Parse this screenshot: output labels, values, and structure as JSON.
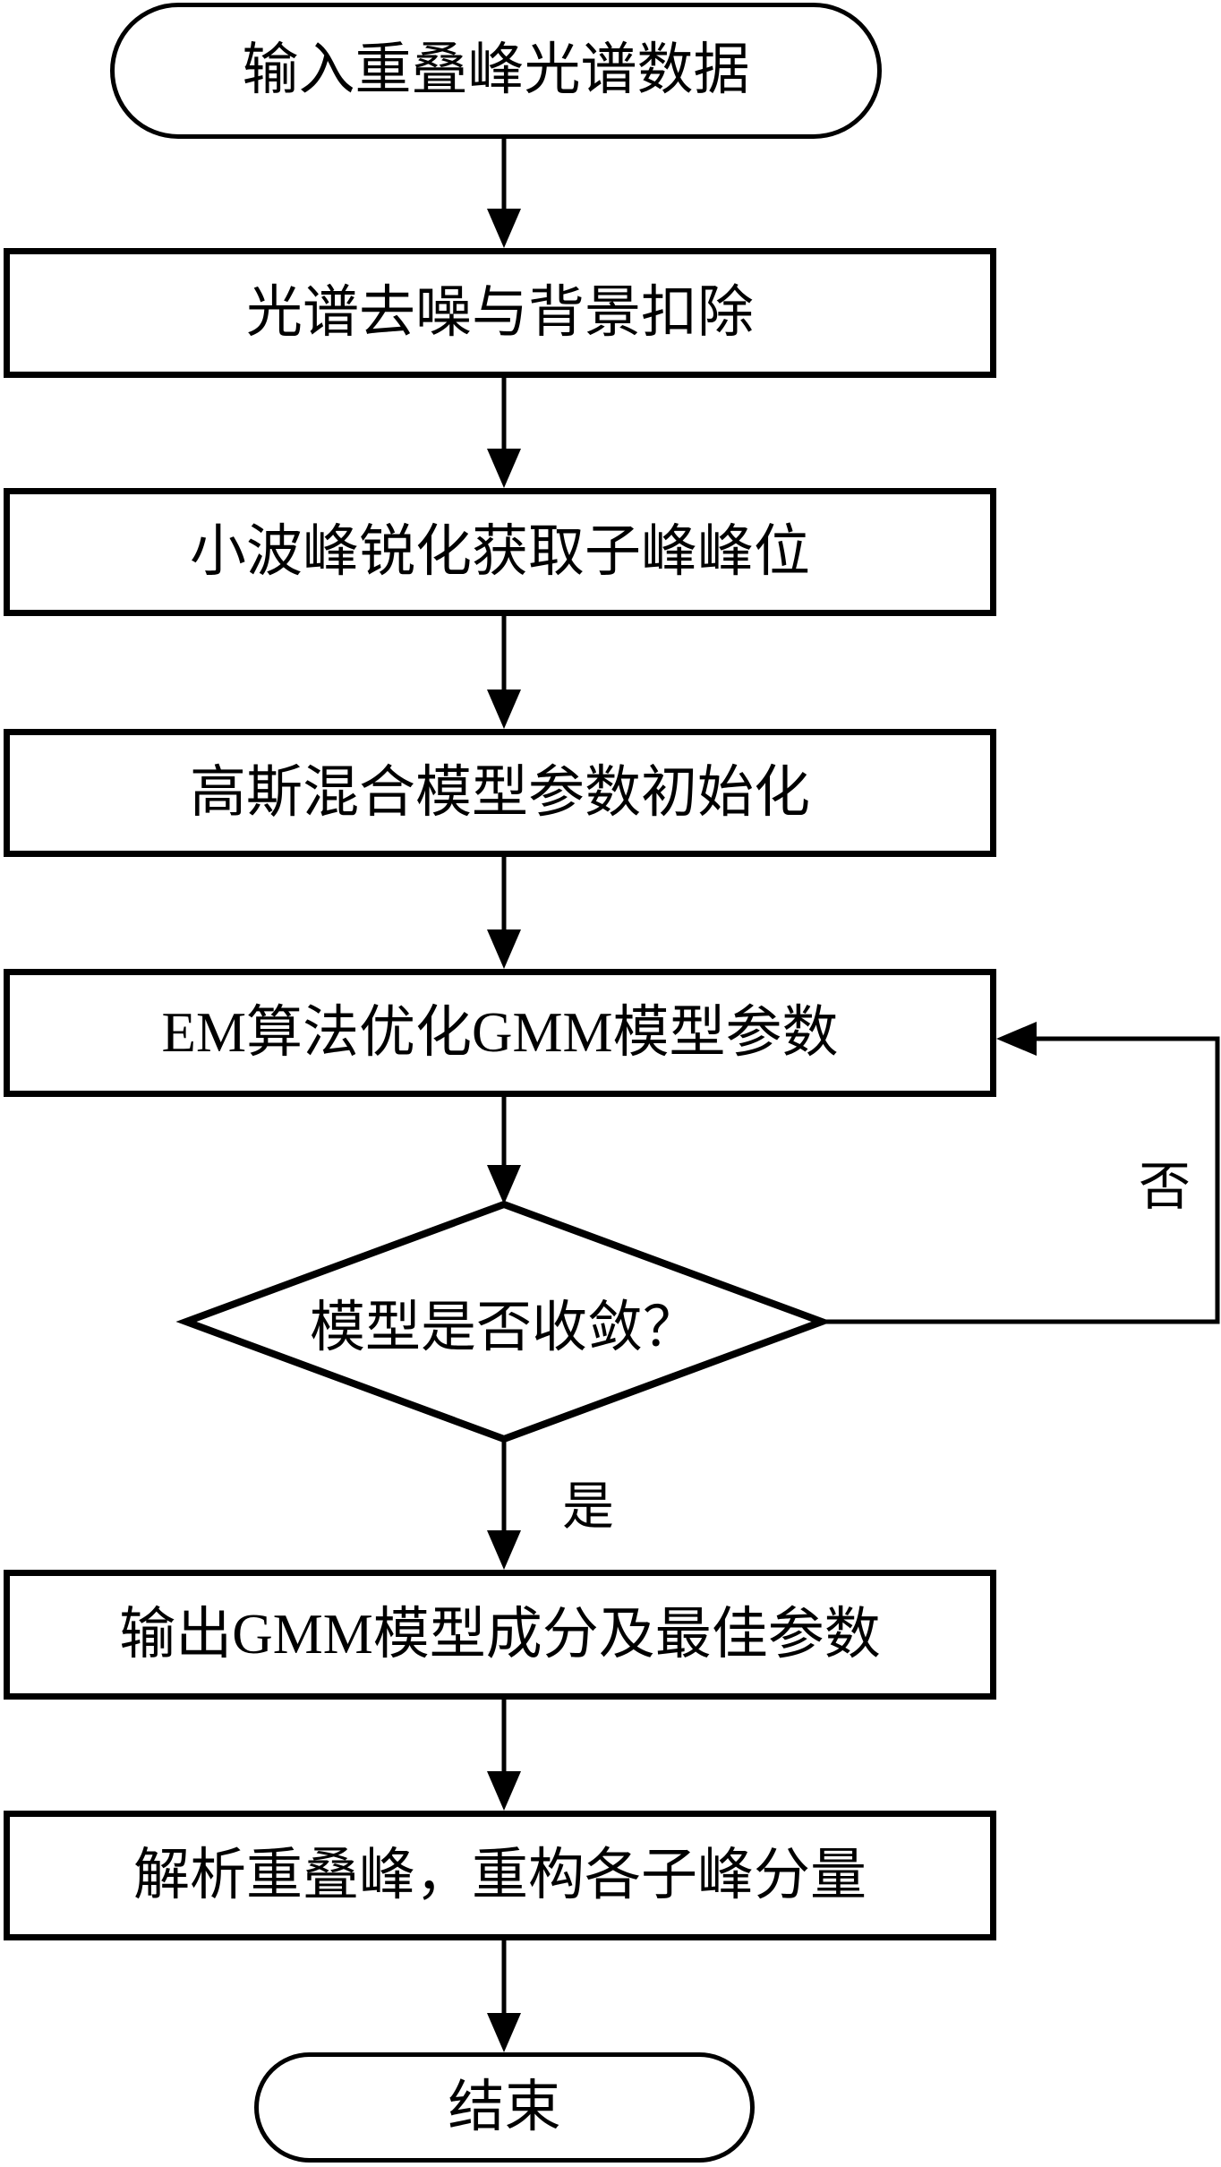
{
  "flowchart": {
    "nodes": {
      "start": {
        "label": "输入重叠峰光谱数据"
      },
      "denoise": {
        "label": "光谱去噪与背景扣除"
      },
      "sharpen": {
        "label": "小波峰锐化获取子峰峰位"
      },
      "init": {
        "label": "高斯混合模型参数初始化"
      },
      "em": {
        "label": "EM算法优化GMM模型参数"
      },
      "decision": {
        "label": "模型是否收敛？"
      },
      "output": {
        "label": "输出GMM模型成分及最佳参数"
      },
      "reconstruct": {
        "label": "解析重叠峰，重构各子峰分量"
      },
      "end": {
        "label": "结束"
      }
    },
    "edge_labels": {
      "yes": "是",
      "no": "否"
    },
    "colors": {
      "stroke": "#000000",
      "node_fill": "#ffffff",
      "background": "#ffffff"
    }
  }
}
